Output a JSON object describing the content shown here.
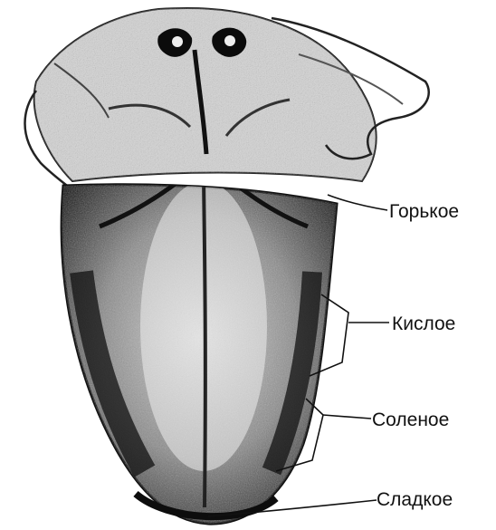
{
  "labels": {
    "bitter": "Горькое",
    "sour": "Кислое",
    "salty": "Соленое",
    "sweet": "Сладкое"
  },
  "colors": {
    "ink": "#111111",
    "tongue_light": "#e9e9e9",
    "tongue_mid": "#9a9a9a",
    "tongue_dark": "#222222",
    "background": "#ffffff"
  }
}
